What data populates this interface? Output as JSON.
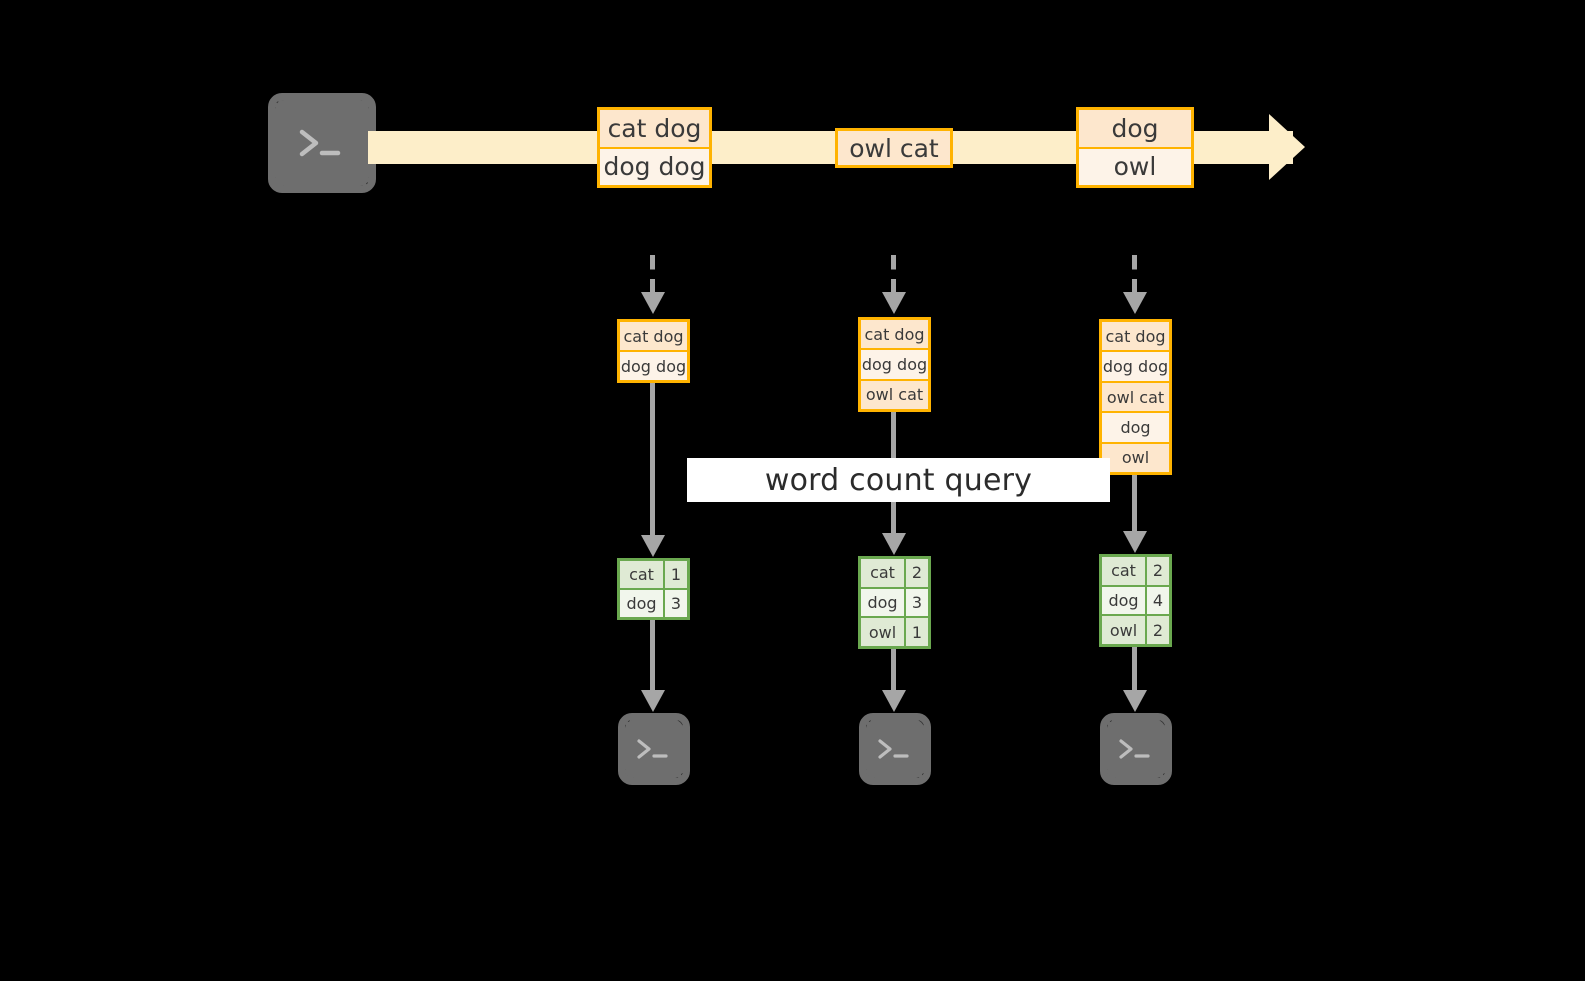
{
  "diagram": {
    "title_label": "word count query",
    "source_terminal": {
      "icon": "terminal-prompt-icon",
      "glyph": ">_"
    },
    "stream": {
      "direction": "left-to-right",
      "band_color": "#fdeec9",
      "border_color": "#ffb300",
      "events": [
        {
          "id": "event-1",
          "lines": [
            "cat dog",
            "dog dog"
          ]
        },
        {
          "id": "event-2",
          "lines": [
            "owl cat"
          ]
        },
        {
          "id": "event-3",
          "lines": [
            "dog",
            "owl"
          ]
        }
      ]
    },
    "snapshots": [
      {
        "id": "snapshot-1",
        "buffer": [
          "cat dog",
          "dog dog"
        ],
        "counts": [
          {
            "word": "cat",
            "count": "1"
          },
          {
            "word": "dog",
            "count": "3"
          }
        ],
        "sink_icon": "terminal-prompt-icon"
      },
      {
        "id": "snapshot-2",
        "buffer": [
          "cat dog",
          "dog dog",
          "owl cat"
        ],
        "counts": [
          {
            "word": "cat",
            "count": "2"
          },
          {
            "word": "dog",
            "count": "3"
          },
          {
            "word": "owl",
            "count": "1"
          }
        ],
        "sink_icon": "terminal-prompt-icon"
      },
      {
        "id": "snapshot-3",
        "buffer": [
          "cat dog",
          "dog dog",
          "owl cat",
          "dog",
          "owl"
        ],
        "counts": [
          {
            "word": "cat",
            "count": "2"
          },
          {
            "word": "dog",
            "count": "4"
          },
          {
            "word": "owl",
            "count": "2"
          }
        ],
        "sink_icon": "terminal-prompt-icon"
      }
    ],
    "colors": {
      "background": "#000000",
      "stream_fill": "#fdeec9",
      "event_border": "#ffb300",
      "event_fill_dark": "#fde7cd",
      "event_fill_light": "#fdf3e8",
      "table_border": "#6aa84f",
      "table_fill_dark": "#dfead4",
      "table_fill_light": "#f1f6ec",
      "arrow_gray": "#a6a6a6",
      "terminal_gray": "#6e6e6e",
      "label_band": "#ffffff"
    }
  }
}
